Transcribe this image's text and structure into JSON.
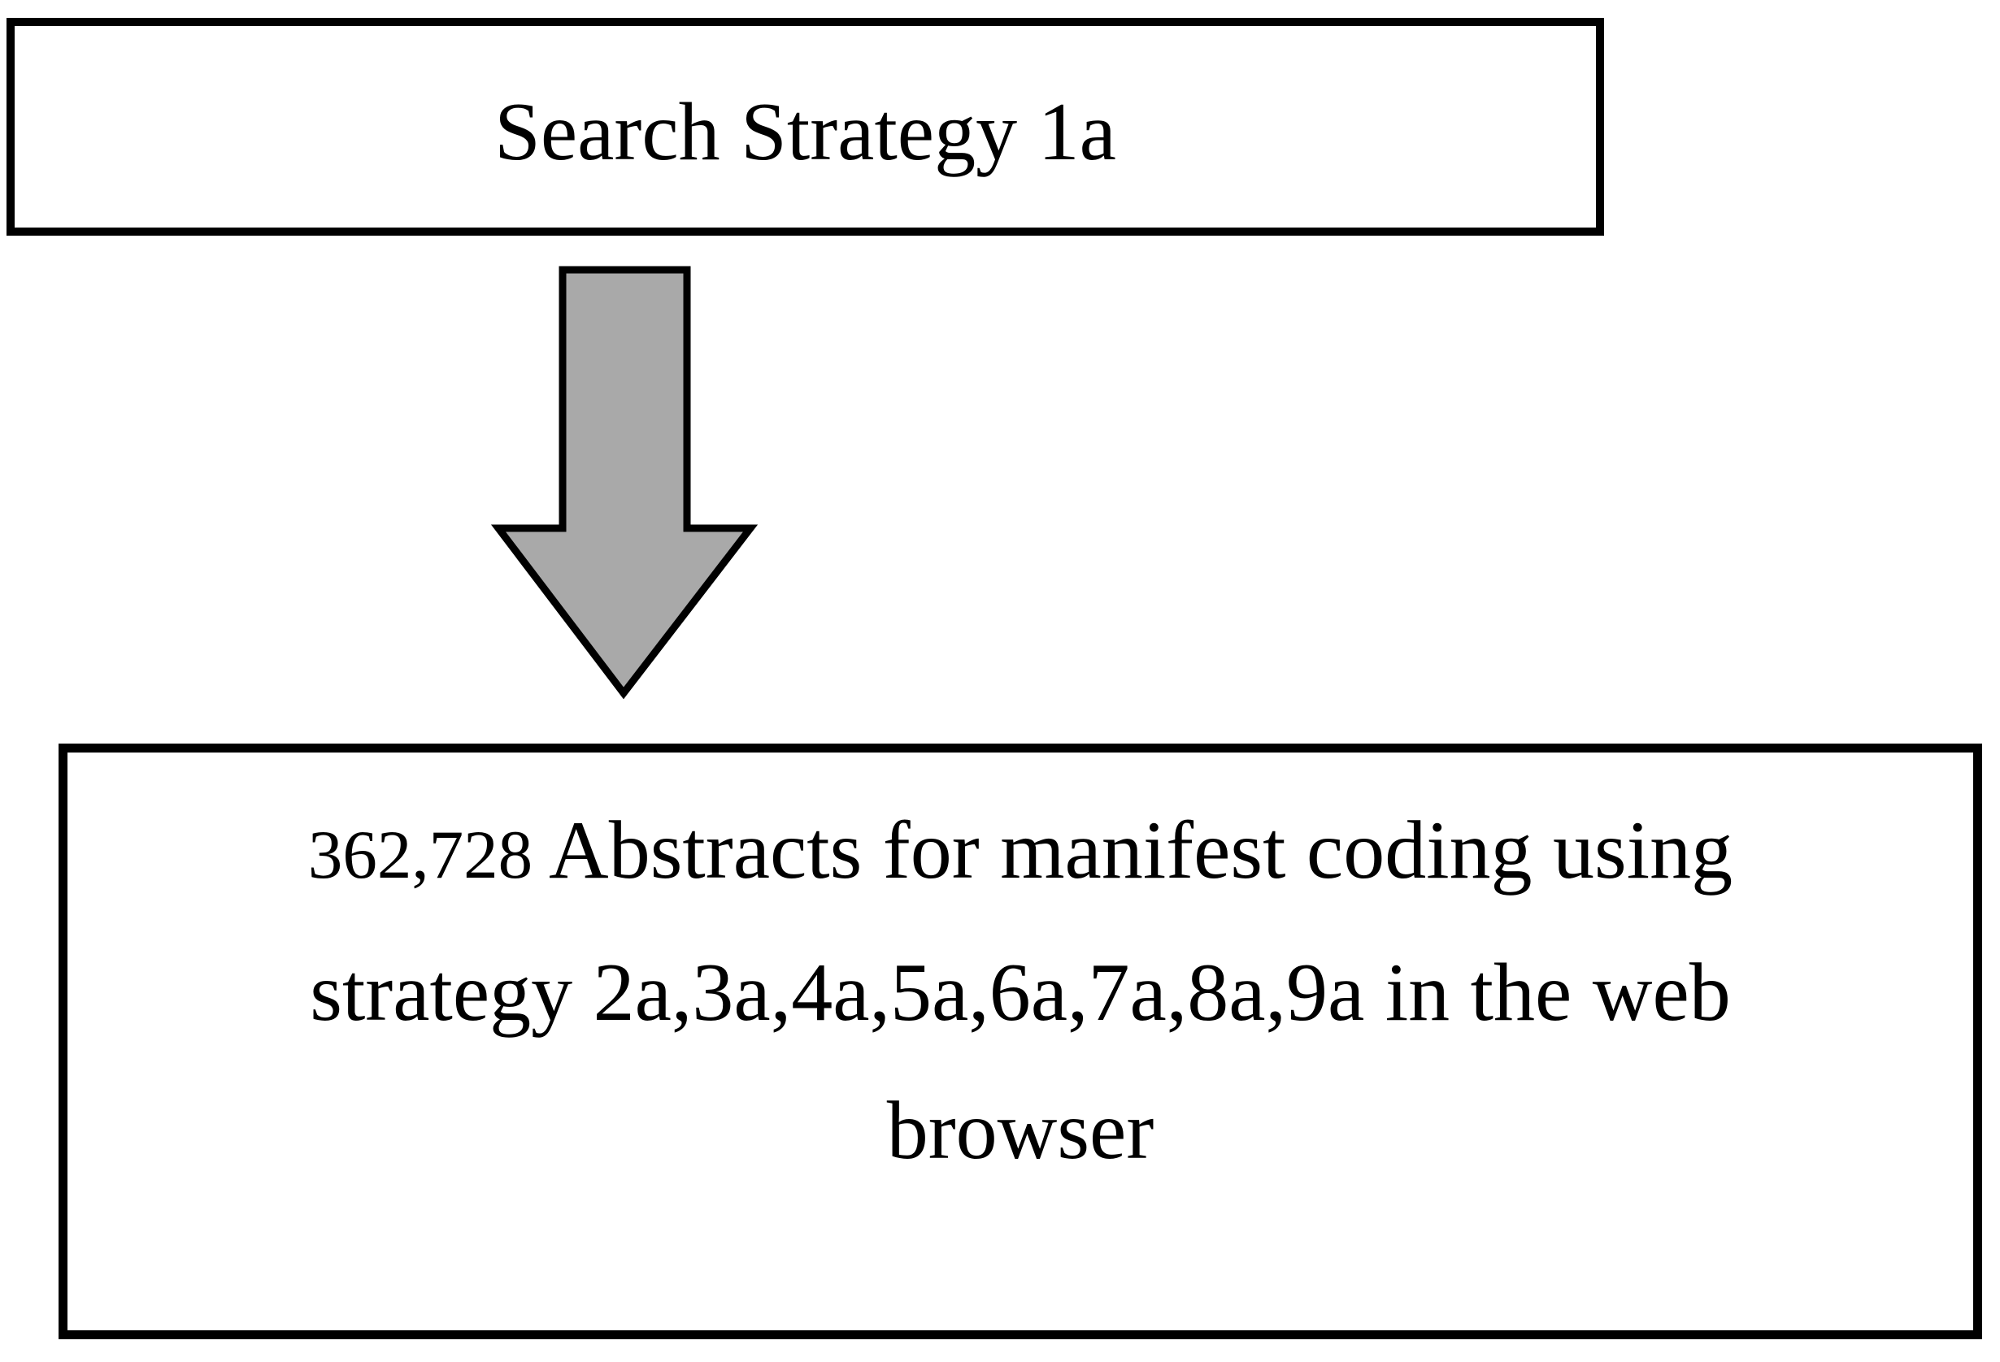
{
  "diagram": {
    "top_box": {
      "label": "Search Strategy 1a"
    },
    "arrow": {
      "name": "down-arrow",
      "direction": "down",
      "fill_color": "#A9A9A9",
      "outline_color": "#000000"
    },
    "bottom_box": {
      "count": "362,728",
      "line1_rest": "Abstracts for manifest coding using",
      "line2": "strategy 2a,3a,4a,5a,6a,7a,8a,9a in the web",
      "line3": "browser"
    },
    "colors": {
      "background": "#FFFFFF",
      "border": "#000000"
    }
  }
}
